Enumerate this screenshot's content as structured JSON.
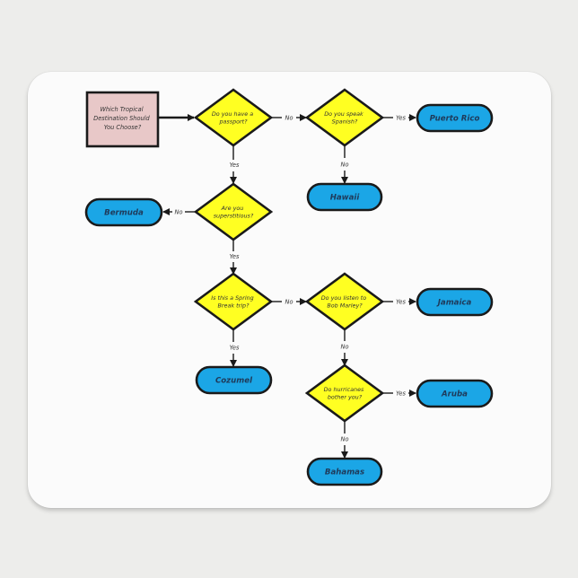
{
  "diagram": {
    "title": "Which Tropical Destination Should You Choose?",
    "colors": {
      "background": "#ededeb",
      "pad": "#fbfbfb",
      "start_fill": "#e8c8c8",
      "decision_fill": "#ffff22",
      "terminal_fill": "#1ba6e6",
      "stroke": "#1a1a1a"
    },
    "start": {
      "lines": [
        "Which Tropical",
        "Destination Should",
        "You Choose?"
      ]
    },
    "decisions": [
      {
        "id": "passport",
        "lines": [
          "Do you have a",
          "passport?"
        ]
      },
      {
        "id": "spanish",
        "lines": [
          "Do you speak",
          "Spanish?"
        ]
      },
      {
        "id": "superstitious",
        "lines": [
          "Are you",
          "superstitious?"
        ]
      },
      {
        "id": "spring_break",
        "lines": [
          "Is this a Spring",
          "Break trip?"
        ]
      },
      {
        "id": "bob_marley",
        "lines": [
          "Do you listen to",
          "Bob Marley?"
        ]
      },
      {
        "id": "hurricanes",
        "lines": [
          "Do hurricanes",
          "bother you?"
        ]
      }
    ],
    "terminals": [
      {
        "id": "puerto_rico",
        "label": "Puerto Rico"
      },
      {
        "id": "hawaii",
        "label": "Hawaii"
      },
      {
        "id": "bermuda",
        "label": "Bermuda"
      },
      {
        "id": "jamaica",
        "label": "Jamaica"
      },
      {
        "id": "cozumel",
        "label": "Cozumel"
      },
      {
        "id": "aruba",
        "label": "Aruba"
      },
      {
        "id": "bahamas",
        "label": "Bahamas"
      }
    ],
    "edges": [
      {
        "from": "start",
        "to": "passport",
        "label": ""
      },
      {
        "from": "passport",
        "to": "spanish",
        "label": "No"
      },
      {
        "from": "passport",
        "to": "superstitious",
        "label": "Yes"
      },
      {
        "from": "spanish",
        "to": "puerto_rico",
        "label": "Yes"
      },
      {
        "from": "spanish",
        "to": "hawaii",
        "label": "No"
      },
      {
        "from": "superstitious",
        "to": "bermuda",
        "label": "No"
      },
      {
        "from": "superstitious",
        "to": "spring_break",
        "label": "Yes"
      },
      {
        "from": "spring_break",
        "to": "bob_marley",
        "label": "No"
      },
      {
        "from": "spring_break",
        "to": "cozumel",
        "label": "Yes"
      },
      {
        "from": "bob_marley",
        "to": "jamaica",
        "label": "Yes"
      },
      {
        "from": "bob_marley",
        "to": "hurricanes",
        "label": "No"
      },
      {
        "from": "hurricanes",
        "to": "aruba",
        "label": "Yes"
      },
      {
        "from": "hurricanes",
        "to": "bahamas",
        "label": "No"
      }
    ]
  }
}
